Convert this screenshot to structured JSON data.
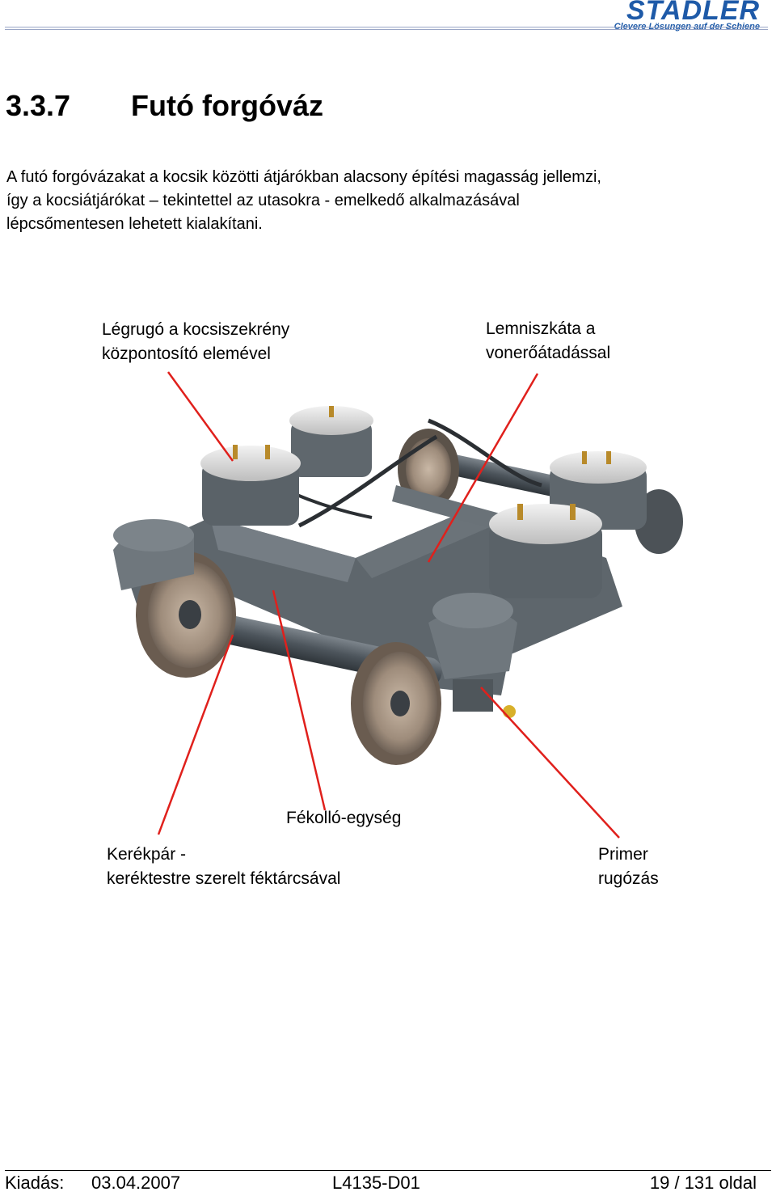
{
  "header": {
    "logo_word": "STADLER",
    "logo_tagline": "Clevere Lösungen auf der Schiene",
    "brand_color": "#1e5aa8"
  },
  "section": {
    "number": "3.3.7",
    "title": "Futó forgóváz"
  },
  "intro": {
    "lines": [
      "A futó forgóvázakat a kocsik közötti átjárókban alacsony építési magasság jellemzi,",
      "így a kocsiátjárókat – tekintettel az utasokra - emelkedő alkalmazásával",
      "lépcsőmentesen lehetett kialakítani."
    ]
  },
  "figure": {
    "labels": {
      "air_spring": [
        "Légrugó a kocsiszekrény",
        "központosító elemével"
      ],
      "lemniscate": [
        "Lemniszkáta a",
        "vonerőátadással"
      ],
      "brake_unit": [
        "Fékolló-egység"
      ],
      "wheelset": [
        "Kerékpár -",
        "keréktestre szerelt féktárcsával"
      ],
      "primary": [
        "Primer",
        "rugózás"
      ]
    },
    "pointer_color": "#e0201c"
  },
  "footer": {
    "issue_label": "Kiadás:",
    "issue_date": "03.04.2007",
    "doc_id": "L4135-D01",
    "page": "19 / 131 oldal"
  }
}
